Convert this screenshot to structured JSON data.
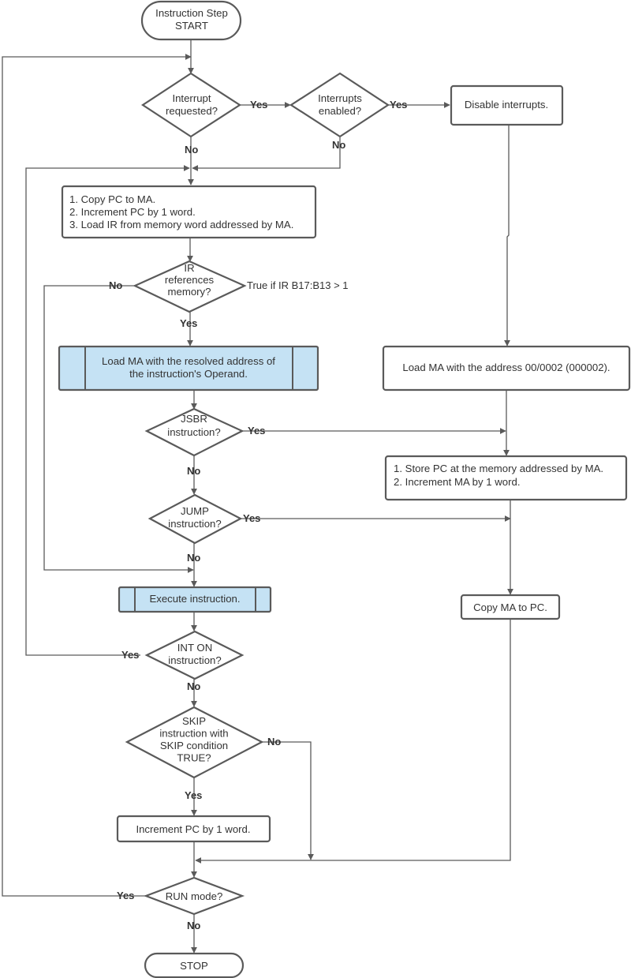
{
  "nodes": {
    "start": [
      "Instruction Step",
      "START"
    ],
    "interrupt_requested": [
      "Interrupt",
      "requested?"
    ],
    "interrupts_enabled": [
      "Interrupts",
      "enabled?"
    ],
    "disable_interrupts": [
      "Disable interrupts."
    ],
    "fetch": [
      "1. Copy PC to MA.",
      "2. Increment PC  by 1 word.",
      "3. Load IR from memory word addressed by MA."
    ],
    "ir_references_memory": [
      "IR",
      "references",
      "memory?"
    ],
    "load_ma_resolved": [
      "Load MA with the resolved address of",
      "the instruction's Operand."
    ],
    "jsbr": [
      "JSBR",
      "instruction?"
    ],
    "jump": [
      "JUMP",
      "instruction?"
    ],
    "execute": [
      "Execute instruction."
    ],
    "int_on": [
      "INT ON",
      "instruction?"
    ],
    "skip": [
      "SKIP",
      "instruction with",
      "SKIP condition",
      "TRUE?"
    ],
    "increment_pc": [
      "Increment PC by 1 word."
    ],
    "run_mode": [
      "RUN mode?"
    ],
    "stop": [
      "STOP"
    ],
    "load_ma_address": [
      "Load MA with the address 00/0002 (000002)."
    ],
    "store_pc": [
      "1. Store PC at the memory addressed by MA.",
      "2.  Increment MA by 1 word."
    ],
    "copy_ma_pc": [
      "Copy MA to PC."
    ]
  },
  "edge_labels": {
    "interrupt_yes": "Yes",
    "interrupt_no": "No",
    "enabled_yes": "Yes",
    "enabled_no": "No",
    "ir_no": "No",
    "ir_yes": "Yes",
    "jsbr_yes": "Yes",
    "jsbr_no": "No",
    "jump_yes": "Yes",
    "jump_no": "No",
    "int_on_yes": "Yes",
    "int_on_no": "No",
    "skip_no": "No",
    "skip_yes": "Yes",
    "run_yes": "Yes",
    "run_no": "No"
  },
  "annotations": {
    "ir_condition": "True if IR B17:B13 > 1"
  },
  "colors": {
    "stroke": "#5a5a5a",
    "highlight_fill": "#c5e2f4",
    "text": "#333333"
  }
}
